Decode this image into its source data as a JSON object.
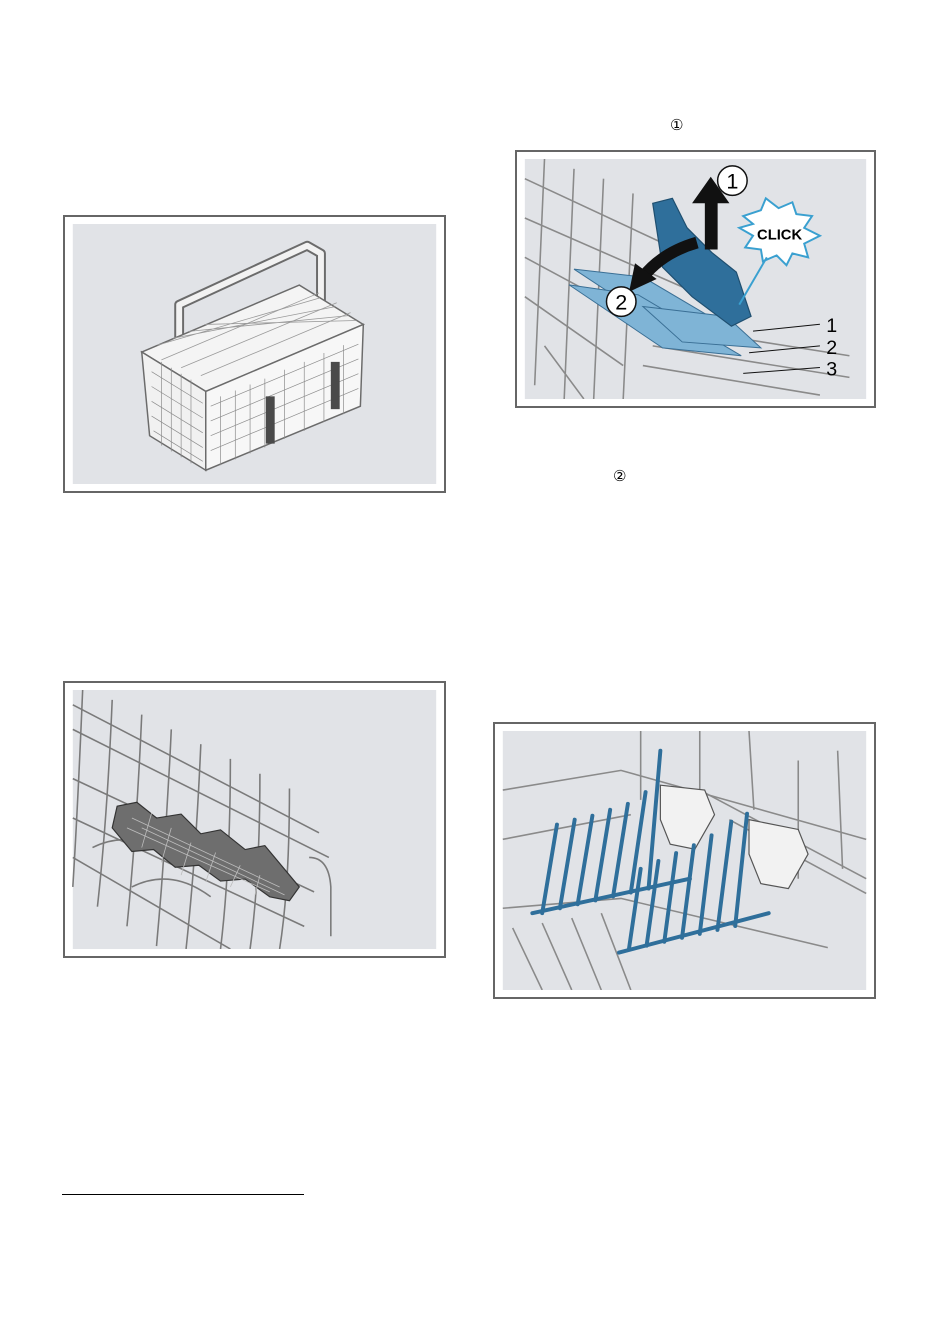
{
  "inline_refs": {
    "step_one": "①",
    "step_two": "②"
  },
  "figure_cutlery_basket": {
    "icon": "cutlery-basket-illustration"
  },
  "figure_remove_rack": {
    "icon": "rack-removal-illustration",
    "callout_one": "1",
    "callout_two": "2",
    "click_label": "CLICK",
    "position_labels": [
      "1",
      "2",
      "3"
    ]
  },
  "figure_knife_shelf": {
    "icon": "knife-shelf-illustration"
  },
  "figure_tine_rows": {
    "icon": "folding-tines-illustration"
  },
  "colors": {
    "panel": "#e1e3e7",
    "frame": "#666666",
    "wire": "#6b6b6b",
    "accent_blue": "#2f6f9b",
    "light_blue": "#7fb4d6"
  }
}
